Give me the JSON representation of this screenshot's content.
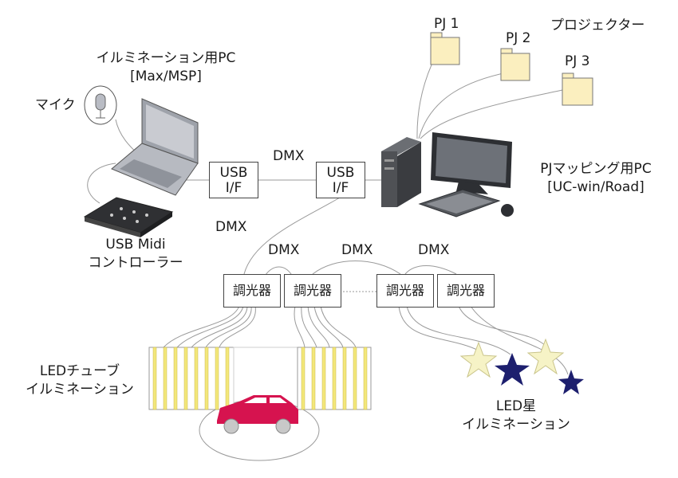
{
  "labels": {
    "illum_pc_line1": "イルミネーション用PC",
    "illum_pc_line2": "[Max/MSP]",
    "mic": "マイク",
    "usb_midi_line1": "USB Midi",
    "usb_midi_line2": "コントローラー",
    "dmx_top": "DMX",
    "dmx_left": "DMX",
    "dmx_mid1": "DMX",
    "dmx_mid2": "DMX",
    "dmx_mid3": "DMX",
    "pj_mapping_line1": "PJマッピング用PC",
    "pj_mapping_line2": "[UC-win/Road]",
    "projector": "プロジェクター",
    "pj1": "PJ 1",
    "pj2": "PJ 2",
    "pj3": "PJ 3",
    "led_tube_line1": "LEDチューブ",
    "led_tube_line2": "イルミネーション",
    "led_star_line1": "LED星",
    "led_star_line2": "イルミネーション"
  },
  "usb_if": [
    {
      "line1": "USB",
      "line2": "I/F"
    },
    {
      "line1": "USB",
      "line2": "I/F"
    }
  ],
  "dimmers": [
    "調光器",
    "調光器",
    "調光器",
    "調光器"
  ],
  "colors": {
    "line": "#9a9a9a",
    "tube_yellow": "#f3e77a",
    "projector_fill": "#fbefbf",
    "car": "#d6134f",
    "star_pale": "#f6f3c6",
    "star_navy": "#1d1f6e"
  }
}
